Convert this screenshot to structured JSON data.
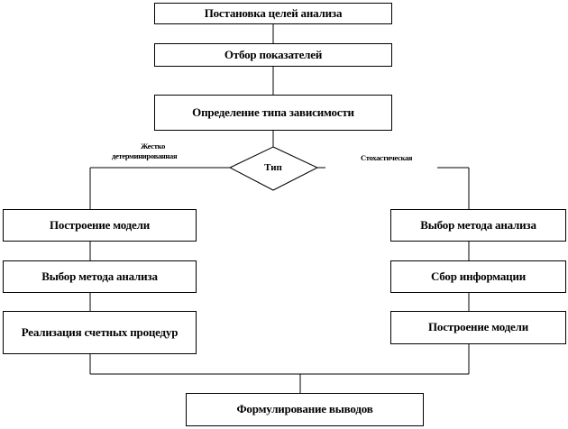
{
  "diagram": {
    "top_steps": [
      "Постановка целей анализа",
      "Отбор показателей",
      "Определение типа зависимости"
    ],
    "decision": "Тип",
    "left_branch": {
      "label_line1": "Жестко",
      "label_line2": "детерминированная",
      "steps": [
        "Построение модели",
        "Выбор метода анализа",
        "Реализация счетных процедур"
      ]
    },
    "right_branch": {
      "label": "Стохастическая",
      "steps": [
        "Выбор метода анализа",
        "Сбор информации",
        "Построение модели"
      ]
    },
    "final_step": "Формулирование выводов"
  }
}
